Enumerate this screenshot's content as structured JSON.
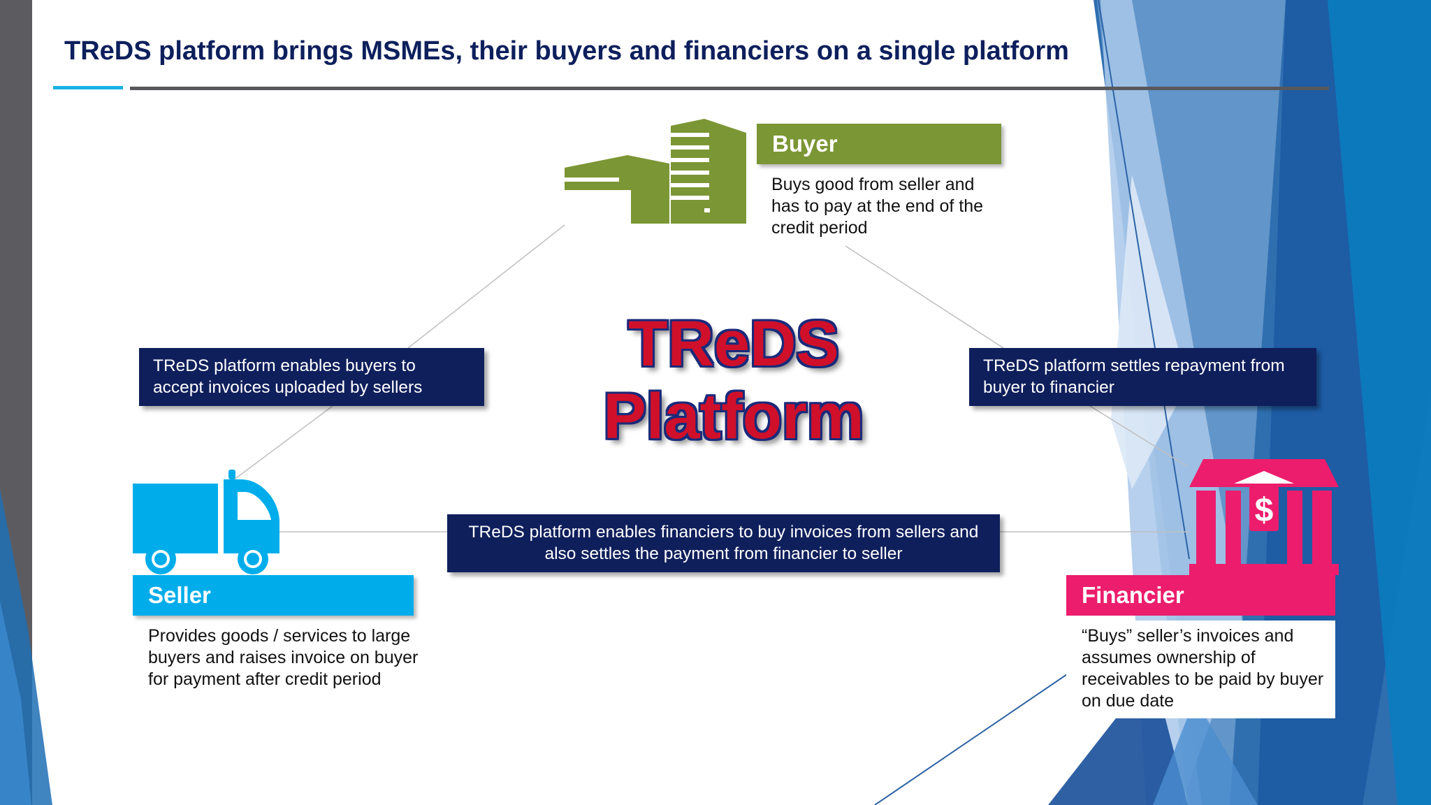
{
  "slide": {
    "title": "TReDS platform brings MSMEs, their buyers and financiers on a single platform"
  },
  "center": {
    "line1": "TReDS",
    "line2": "Platform"
  },
  "roles": {
    "buyer": {
      "label": "Buyer",
      "description": "Buys good from seller and has to pay at the end of the credit period",
      "icon": "building-icon",
      "color": "#7b9634"
    },
    "seller": {
      "label": "Seller",
      "description": "Provides goods / services to large buyers and raises invoice on buyer for payment after credit period",
      "icon": "truck-icon",
      "color": "#00adea"
    },
    "financier": {
      "label": "Financier",
      "description": "“Buys” seller’s invoices and assumes ownership of receivables to be paid by buyer on due date",
      "icon": "bank-icon",
      "color": "#ec1d6c"
    }
  },
  "steps": {
    "accept": "TReDS platform enables buyers to accept invoices uploaded by sellers",
    "settle": "TReDS platform settles repayment from buyer to financier",
    "finance": "TReDS platform enables financiers to buy invoices from sellers and also settles the payment from financier to seller"
  },
  "colors": {
    "navy": "#0f1f5c",
    "title_text": "#0d1f5c",
    "accent_cyan": "#1ab2e6",
    "center_red": "#d0102a"
  }
}
